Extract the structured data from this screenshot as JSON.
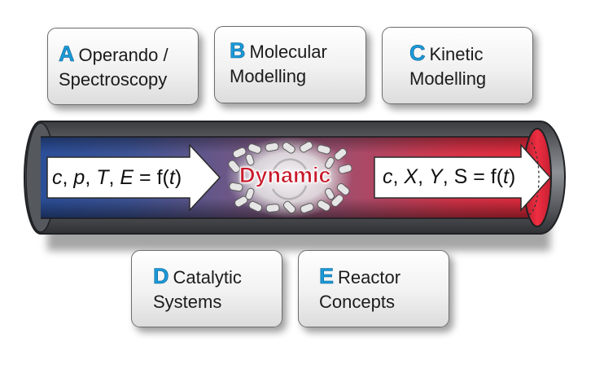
{
  "cards": [
    {
      "letter": "A",
      "line1": "Operando /",
      "line2": "Spectroscopy"
    },
    {
      "letter": "B",
      "line1": "Molecular",
      "line2": "Modelling"
    },
    {
      "letter": "C",
      "line1": "Kinetic",
      "line2": "Modelling"
    },
    {
      "letter": "D",
      "line1": "Catalytic",
      "line2": "Systems"
    },
    {
      "letter": "E",
      "line1": "Reactor",
      "line2": "Concepts"
    }
  ],
  "reactor": {
    "center_label": "Dynamic",
    "inlet": {
      "v1": "c",
      "s1": ", ",
      "v2": "p",
      "s2": ", ",
      "v3": "T",
      "s3": ", ",
      "v4": "E",
      "s4": " = f(",
      "v5": "t",
      "s5": ")"
    },
    "outlet": {
      "v1": "c",
      "s1": ", ",
      "v2": "X",
      "s2": ", ",
      "v3": "Y",
      "s3": ", S = f(",
      "v4": "t",
      "s4": ")"
    }
  },
  "colors": {
    "accent_letter": "#1a9ad9",
    "inlet_blue": "#2b4f9a",
    "outlet_red": "#e0283a",
    "dynamic_text": "#c8192b"
  },
  "icons": {
    "catalyst": "catalyst-pellets-icon"
  }
}
